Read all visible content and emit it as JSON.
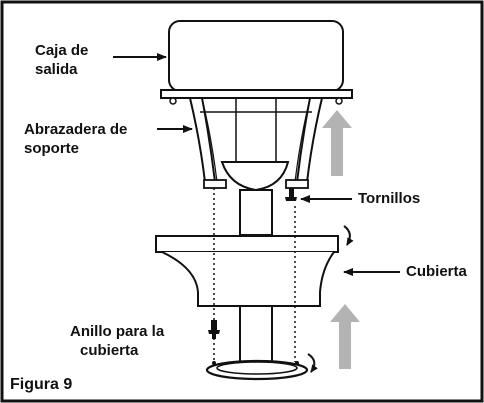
{
  "labels": {
    "caja": [
      "Caja de",
      "salida"
    ],
    "abrazadera": [
      "Abrazadera de",
      "soporte"
    ],
    "tornillos": "Tornillos",
    "cubierta": "Cubierta",
    "anillo": [
      "Anillo para la",
      "cubierta"
    ]
  },
  "caption": "Figura 9",
  "colors": {
    "line": "#111111",
    "lift_arrow": "#b3b3b3",
    "border": "#111111",
    "background": "#ffffff"
  },
  "icons": [
    "curved-rotate-arrow-icon",
    "up-arrow-icon",
    "screw-icon",
    "pointer-arrow-icon"
  ]
}
